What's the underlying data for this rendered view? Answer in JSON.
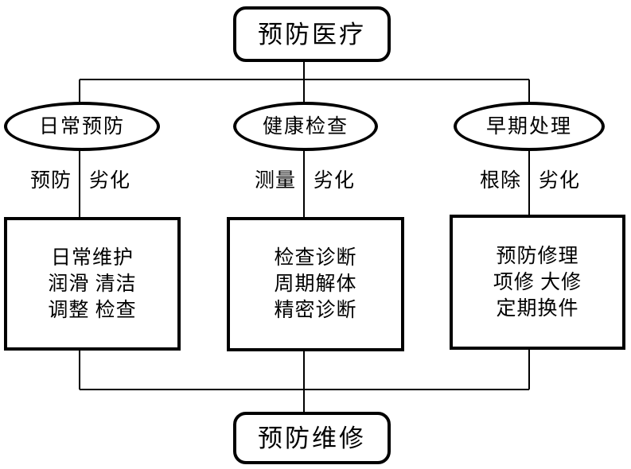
{
  "diagram": {
    "title_node": {
      "label": "预防医疗"
    },
    "bottom_node": {
      "label": "预防维修"
    },
    "branches": [
      {
        "ellipse": "日常预防",
        "edge_left": "预防",
        "edge_right": "劣化",
        "box_lines": [
          "日常维护",
          "润滑 清洁",
          "调整 检查"
        ]
      },
      {
        "ellipse": "健康检查",
        "edge_left": "测量",
        "edge_right": "劣化",
        "box_lines": [
          "检查诊断",
          "周期解体",
          "精密诊断"
        ]
      },
      {
        "ellipse": "早期处理",
        "edge_left": "根除",
        "edge_right": "劣化",
        "box_lines": [
          "预防修理",
          "项修 大修",
          "定期换件"
        ]
      }
    ],
    "colors": {
      "stroke": "#000000",
      "background": "#ffffff",
      "text": "#000000"
    }
  }
}
